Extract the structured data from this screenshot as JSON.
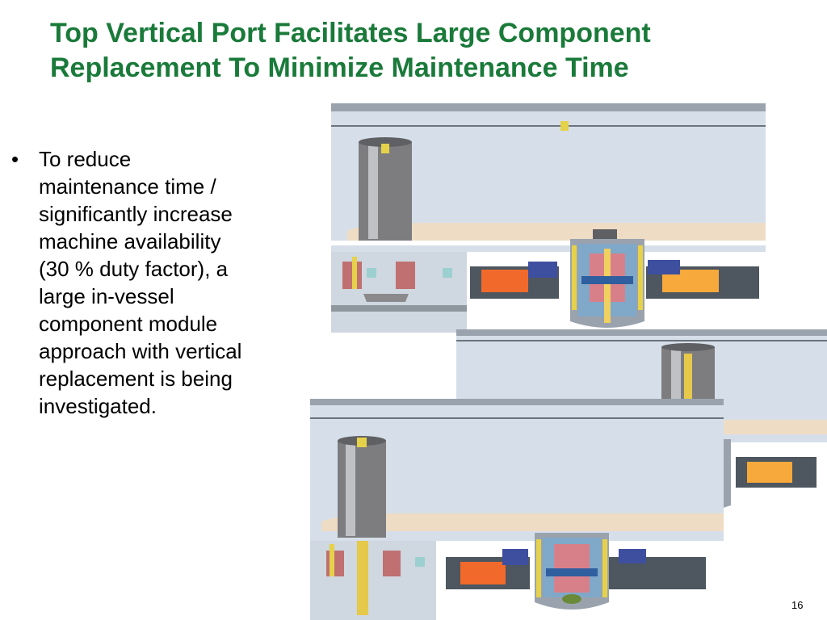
{
  "slide": {
    "title_line1": "Top Vertical Port Facilitates Large Component",
    "title_line2": "Replacement To Minimize Maintenance Time",
    "bullet_text": "To reduce\nmaintenance time /\nsignificantly increase\nmachine availability\n(30 % duty factor), a\nlarge in-vessel\ncomponent module\napproach with vertical\nreplacement is being\ninvestigated.",
    "page_number": "16"
  },
  "colors": {
    "title": "#1a7a3a",
    "bay_wall": "#d6dfe9",
    "orange_block": "#f26a2b",
    "yellow_block": "#f7a93b",
    "blue_block": "#3e4fa0",
    "cask_gray": "#7d7d80",
    "vessel_pink": "#d8808a"
  }
}
